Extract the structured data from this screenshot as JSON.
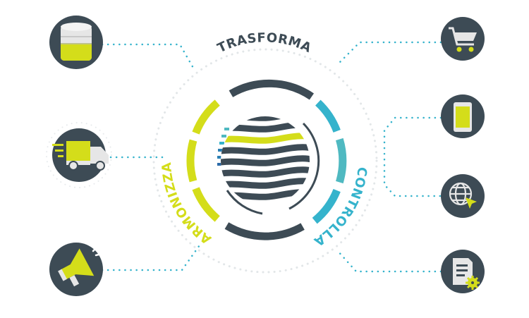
{
  "labels": {
    "top": "TRASFORMA",
    "left": "ARMONIZZA",
    "right": "CONTROLLA"
  },
  "colors": {
    "dark": "#3d4b55",
    "lime": "#d4dd1a",
    "cyan": "#35b3cc",
    "teal": "#4fb9c1",
    "dots_light": "#e2e6e8"
  },
  "icons": {
    "left": [
      "database-icon",
      "delivery-truck-icon",
      "megaphone-icon"
    ],
    "right": [
      "shopping-cart-icon",
      "smartphone-icon",
      "globe-cursor-icon",
      "document-settings-icon"
    ]
  }
}
